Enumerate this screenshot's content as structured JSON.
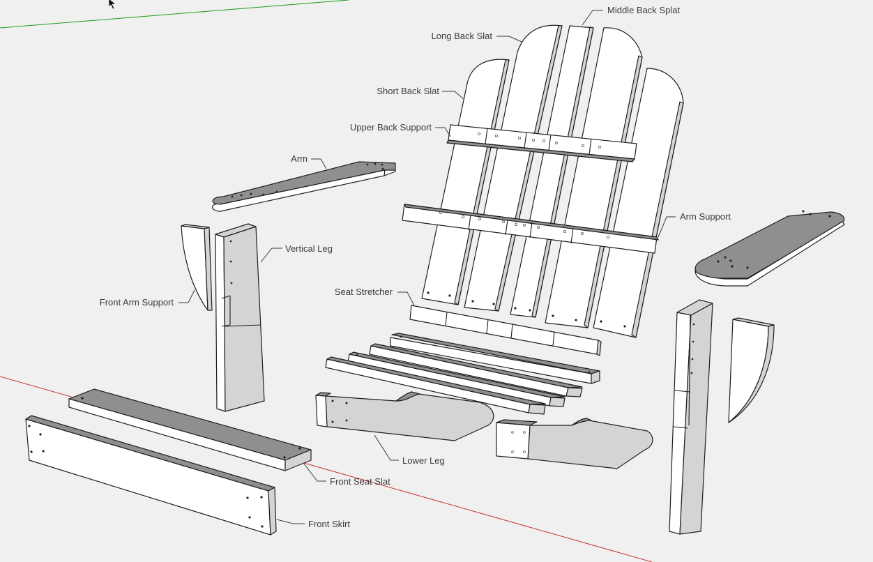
{
  "diagram": {
    "labels": {
      "middle_back_splat": "Middle Back Splat",
      "long_back_slat": "Long Back Slat",
      "short_back_slat": "Short Back Slat",
      "upper_back_support": "Upper Back Support",
      "arm": "Arm",
      "arm_support": "Arm Support",
      "vertical_leg": "Vertical Leg",
      "front_arm_support": "Front Arm Support",
      "seat_stretcher": "Seat Stretcher",
      "lower_leg": "Lower Leg",
      "front_seat_slat": "Front Seat Slat",
      "front_skirt": "Front Skirt"
    },
    "axes": {
      "green_axis_color": "#1a9a1a",
      "red_axis_color": "#c83232"
    },
    "cursor_icon": "mouse-pointer-icon"
  }
}
